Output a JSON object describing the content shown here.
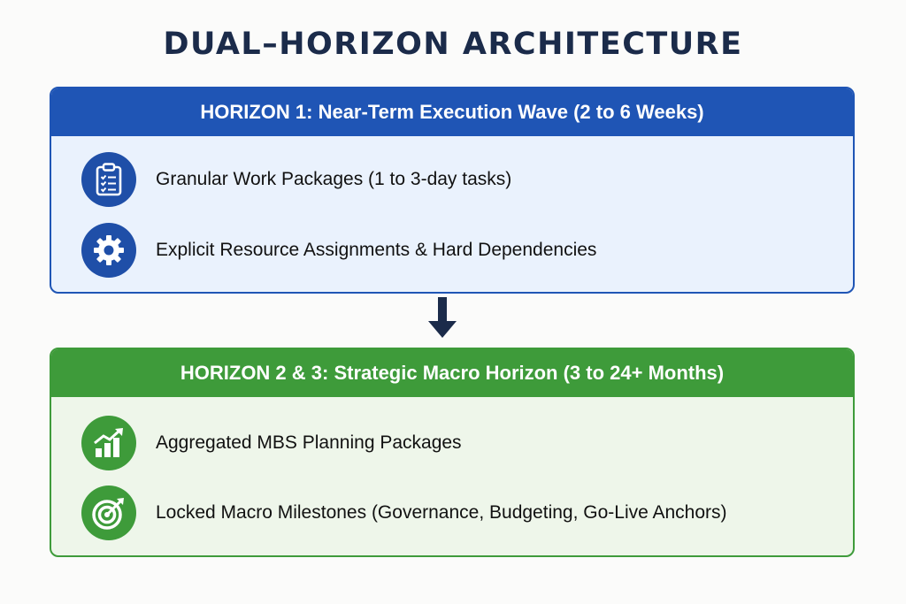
{
  "title": "DUAL–HORIZON ARCHITECTURE",
  "horizon1": {
    "header": "HORIZON 1: Near-Term Execution Wave (2 to 6 Weeks)",
    "items": [
      {
        "label": "Granular Work Packages (1 to 3-day tasks)",
        "icon": "clipboard-checklist-icon"
      },
      {
        "label": "Explicit Resource Assignments & Hard Dependencies",
        "icon": "gear-icon"
      }
    ],
    "color": "#1f55b5"
  },
  "horizon2": {
    "header": "HORIZON 2 & 3: Strategic Macro Horizon (3 to 24+ Months)",
    "items": [
      {
        "label": "Aggregated MBS Planning Packages",
        "icon": "bar-chart-growth-icon"
      },
      {
        "label": "Locked Macro Milestones (Governance, Budgeting, Go-Live Anchors)",
        "icon": "target-icon"
      }
    ],
    "color": "#3e9b3a"
  },
  "arrow_color": "#1b2b4a"
}
